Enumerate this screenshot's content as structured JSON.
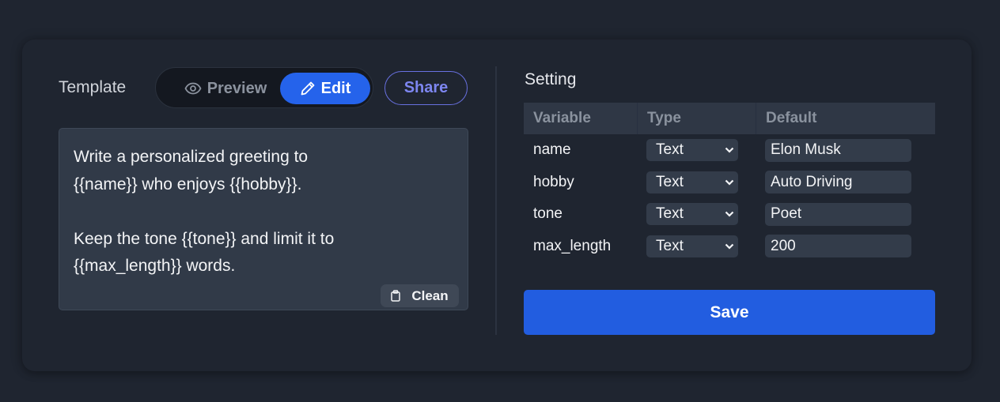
{
  "template_panel": {
    "title": "Template",
    "mode_toggle": {
      "preview_label": "Preview",
      "preview_icon": "eye-icon",
      "edit_label": "Edit",
      "edit_icon": "pencil-icon",
      "active": "Edit"
    },
    "share_label": "Share",
    "template_text": "Write a personalized greeting to\n{{name}} who enjoys {{hobby}}.\n\nKeep the tone {{tone}} and limit it to\n{{max_length}} words.",
    "clean_label": "Clean",
    "clean_icon": "clipboard-icon"
  },
  "setting_panel": {
    "title": "Setting",
    "columns": [
      "Variable",
      "Type",
      "Default"
    ],
    "rows": [
      {
        "variable": "name",
        "type": "Text",
        "default": "Elon Musk"
      },
      {
        "variable": "hobby",
        "type": "Text",
        "default": "Auto Driving"
      },
      {
        "variable": "tone",
        "type": "Text",
        "default": "Poet"
      },
      {
        "variable": "max_length",
        "type": "Text",
        "default": "200"
      }
    ],
    "save_label": "Save"
  },
  "colors": {
    "background": "#1f2530",
    "accent": "#2563eb",
    "save_button": "#225de0",
    "share_border": "#6870e0",
    "field_bg": "#333c4a"
  }
}
